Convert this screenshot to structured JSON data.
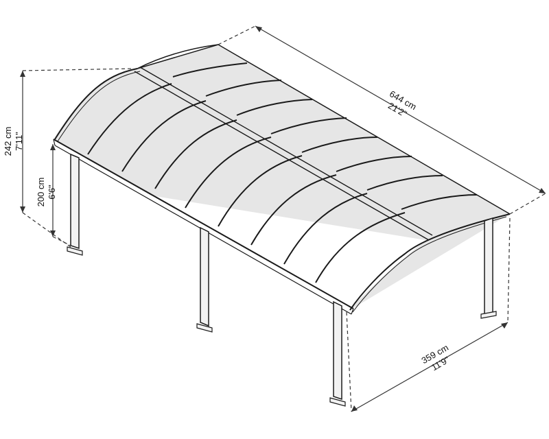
{
  "dimensions": {
    "length": {
      "metric": "644 cm",
      "imperial": "21'2\""
    },
    "width": {
      "metric": "359 cm",
      "imperial": "11'9\""
    },
    "total_height": {
      "metric": "242 cm",
      "imperial": "7'11\""
    },
    "post_height": {
      "metric": "200 cm",
      "imperial": "6'6\""
    }
  },
  "colors": {
    "line": "#1a1a1a",
    "panel": "#e6e6e6",
    "frame": "#f2f2f2",
    "dim": "#333333"
  }
}
